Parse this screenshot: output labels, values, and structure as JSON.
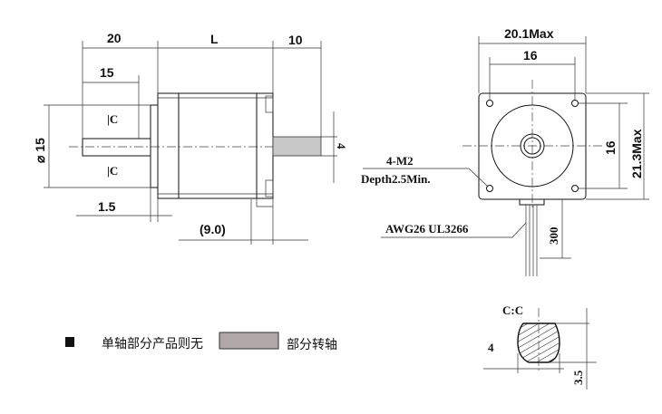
{
  "side_view": {
    "dim_front_shaft": "20",
    "dim_flat_length": "15",
    "dim_body_length": "L",
    "dim_rear_shaft": "10",
    "dim_pilot_diameter": "⌀ 15",
    "dim_pilot_thickness": "1.5",
    "dim_connector": "(9.0)",
    "dim_rear_shaft_dia": "4",
    "section_mark_top": "|C",
    "section_mark_bottom": "|C"
  },
  "front_view": {
    "dim_width_max": "20.1Max",
    "dim_hole_spacing_h": "16",
    "dim_hole_spacing_v": "16",
    "dim_height_max": "21.3Max",
    "hole_note_line1": "4-M2",
    "hole_note_line2": "Depth2.5Min.",
    "wire_note": "AWG26 UL3266",
    "dim_wire_length": "300"
  },
  "legend": {
    "single_shaft_note": "单轴部分产品则无",
    "rear_shaft_label": "部分转轴",
    "rear_shaft_color": "#b0a8a8"
  },
  "section_view": {
    "title": "C:C",
    "dim_diameter": "4",
    "dim_flat": "3.5"
  }
}
